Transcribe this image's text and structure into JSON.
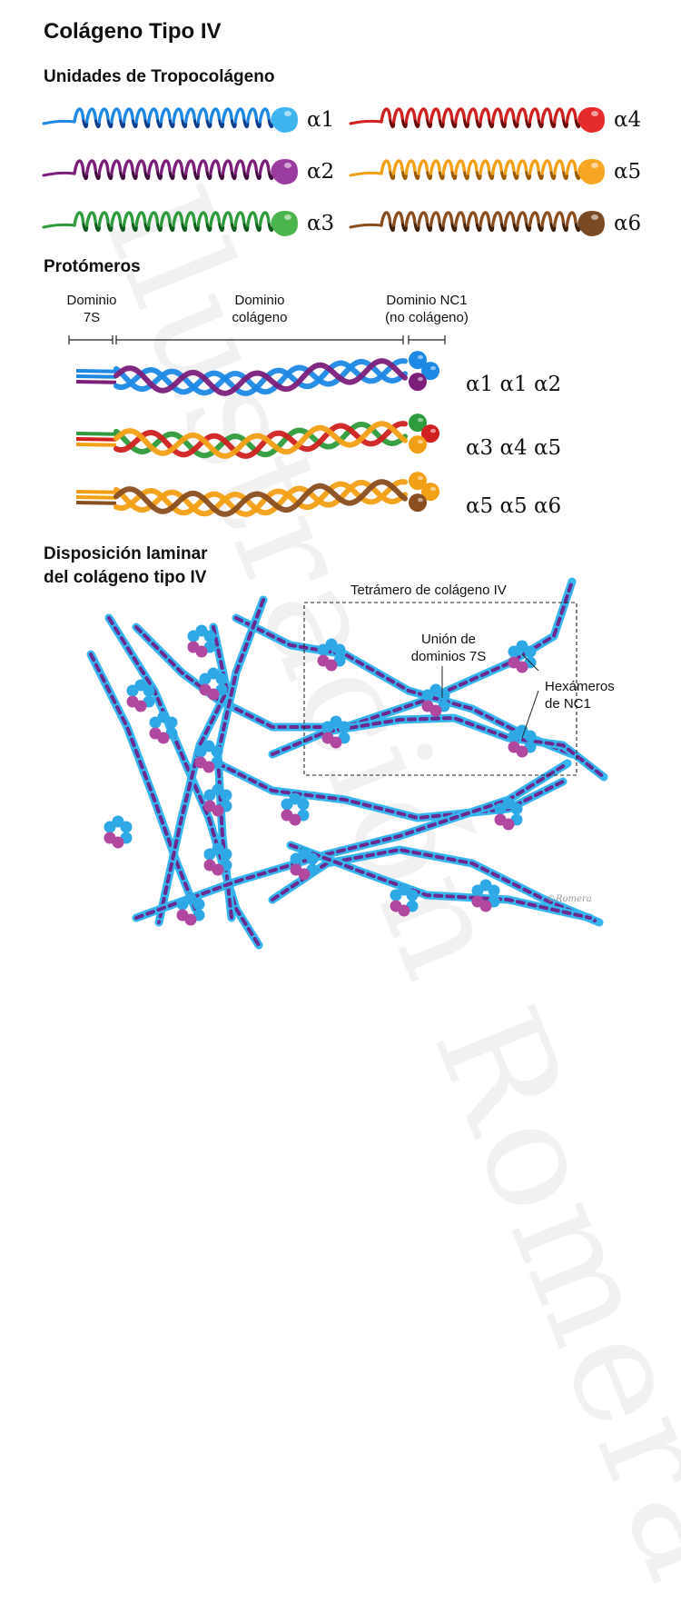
{
  "title": "Colágeno Tipo IV",
  "sections": {
    "units": "Unidades de Tropocolágeno",
    "protomers": "Protómeros",
    "laminar_line1": "Disposición laminar",
    "laminar_line2": "del colágeno tipo IV"
  },
  "chains": [
    {
      "label": "α1",
      "color": "#1e88e5",
      "dark": "#0d3c8c",
      "head": "#3fb5f0"
    },
    {
      "label": "α2",
      "color": "#7b1f7a",
      "dark": "#3d0b3c",
      "head": "#9b3da0"
    },
    {
      "label": "α3",
      "color": "#2e9b3c",
      "dark": "#0f5a1a",
      "head": "#4ab54d"
    },
    {
      "label": "α4",
      "color": "#d02020",
      "dark": "#6a0808",
      "head": "#e52b2b"
    },
    {
      "label": "α5",
      "color": "#f2a016",
      "dark": "#9a5a00",
      "head": "#f7a623"
    },
    {
      "label": "α6",
      "color": "#8a4e1f",
      "dark": "#3f1f08",
      "head": "#7a4a24"
    }
  ],
  "domains": {
    "d7s_line1": "Dominio",
    "d7s_line2": "7S",
    "dcol_line1": "Dominio",
    "dcol_line2": "colágeno",
    "dnc1_line1": "Dominio NC1",
    "dnc1_line2": "(no colágeno)"
  },
  "protomers": [
    {
      "label": "α1 α1 α2",
      "colors": [
        "#1e88e5",
        "#1e88e5",
        "#7b1f7a"
      ]
    },
    {
      "label": "α3 α4 α5",
      "colors": [
        "#2e9b3c",
        "#d02020",
        "#f2a016"
      ]
    },
    {
      "label": "α5 α5 α6",
      "colors": [
        "#f2a016",
        "#f2a016",
        "#8a4e1f"
      ]
    }
  ],
  "annotations": {
    "tetramer": "Tetrámero de colágeno IV",
    "union_line1": "Unión de",
    "union_line2": "dominios 7S",
    "hex_line1": "Hexámeros",
    "hex_line2": "de NC1",
    "copyright": "©Romera"
  },
  "watermark": "Ilustración Romera"
}
